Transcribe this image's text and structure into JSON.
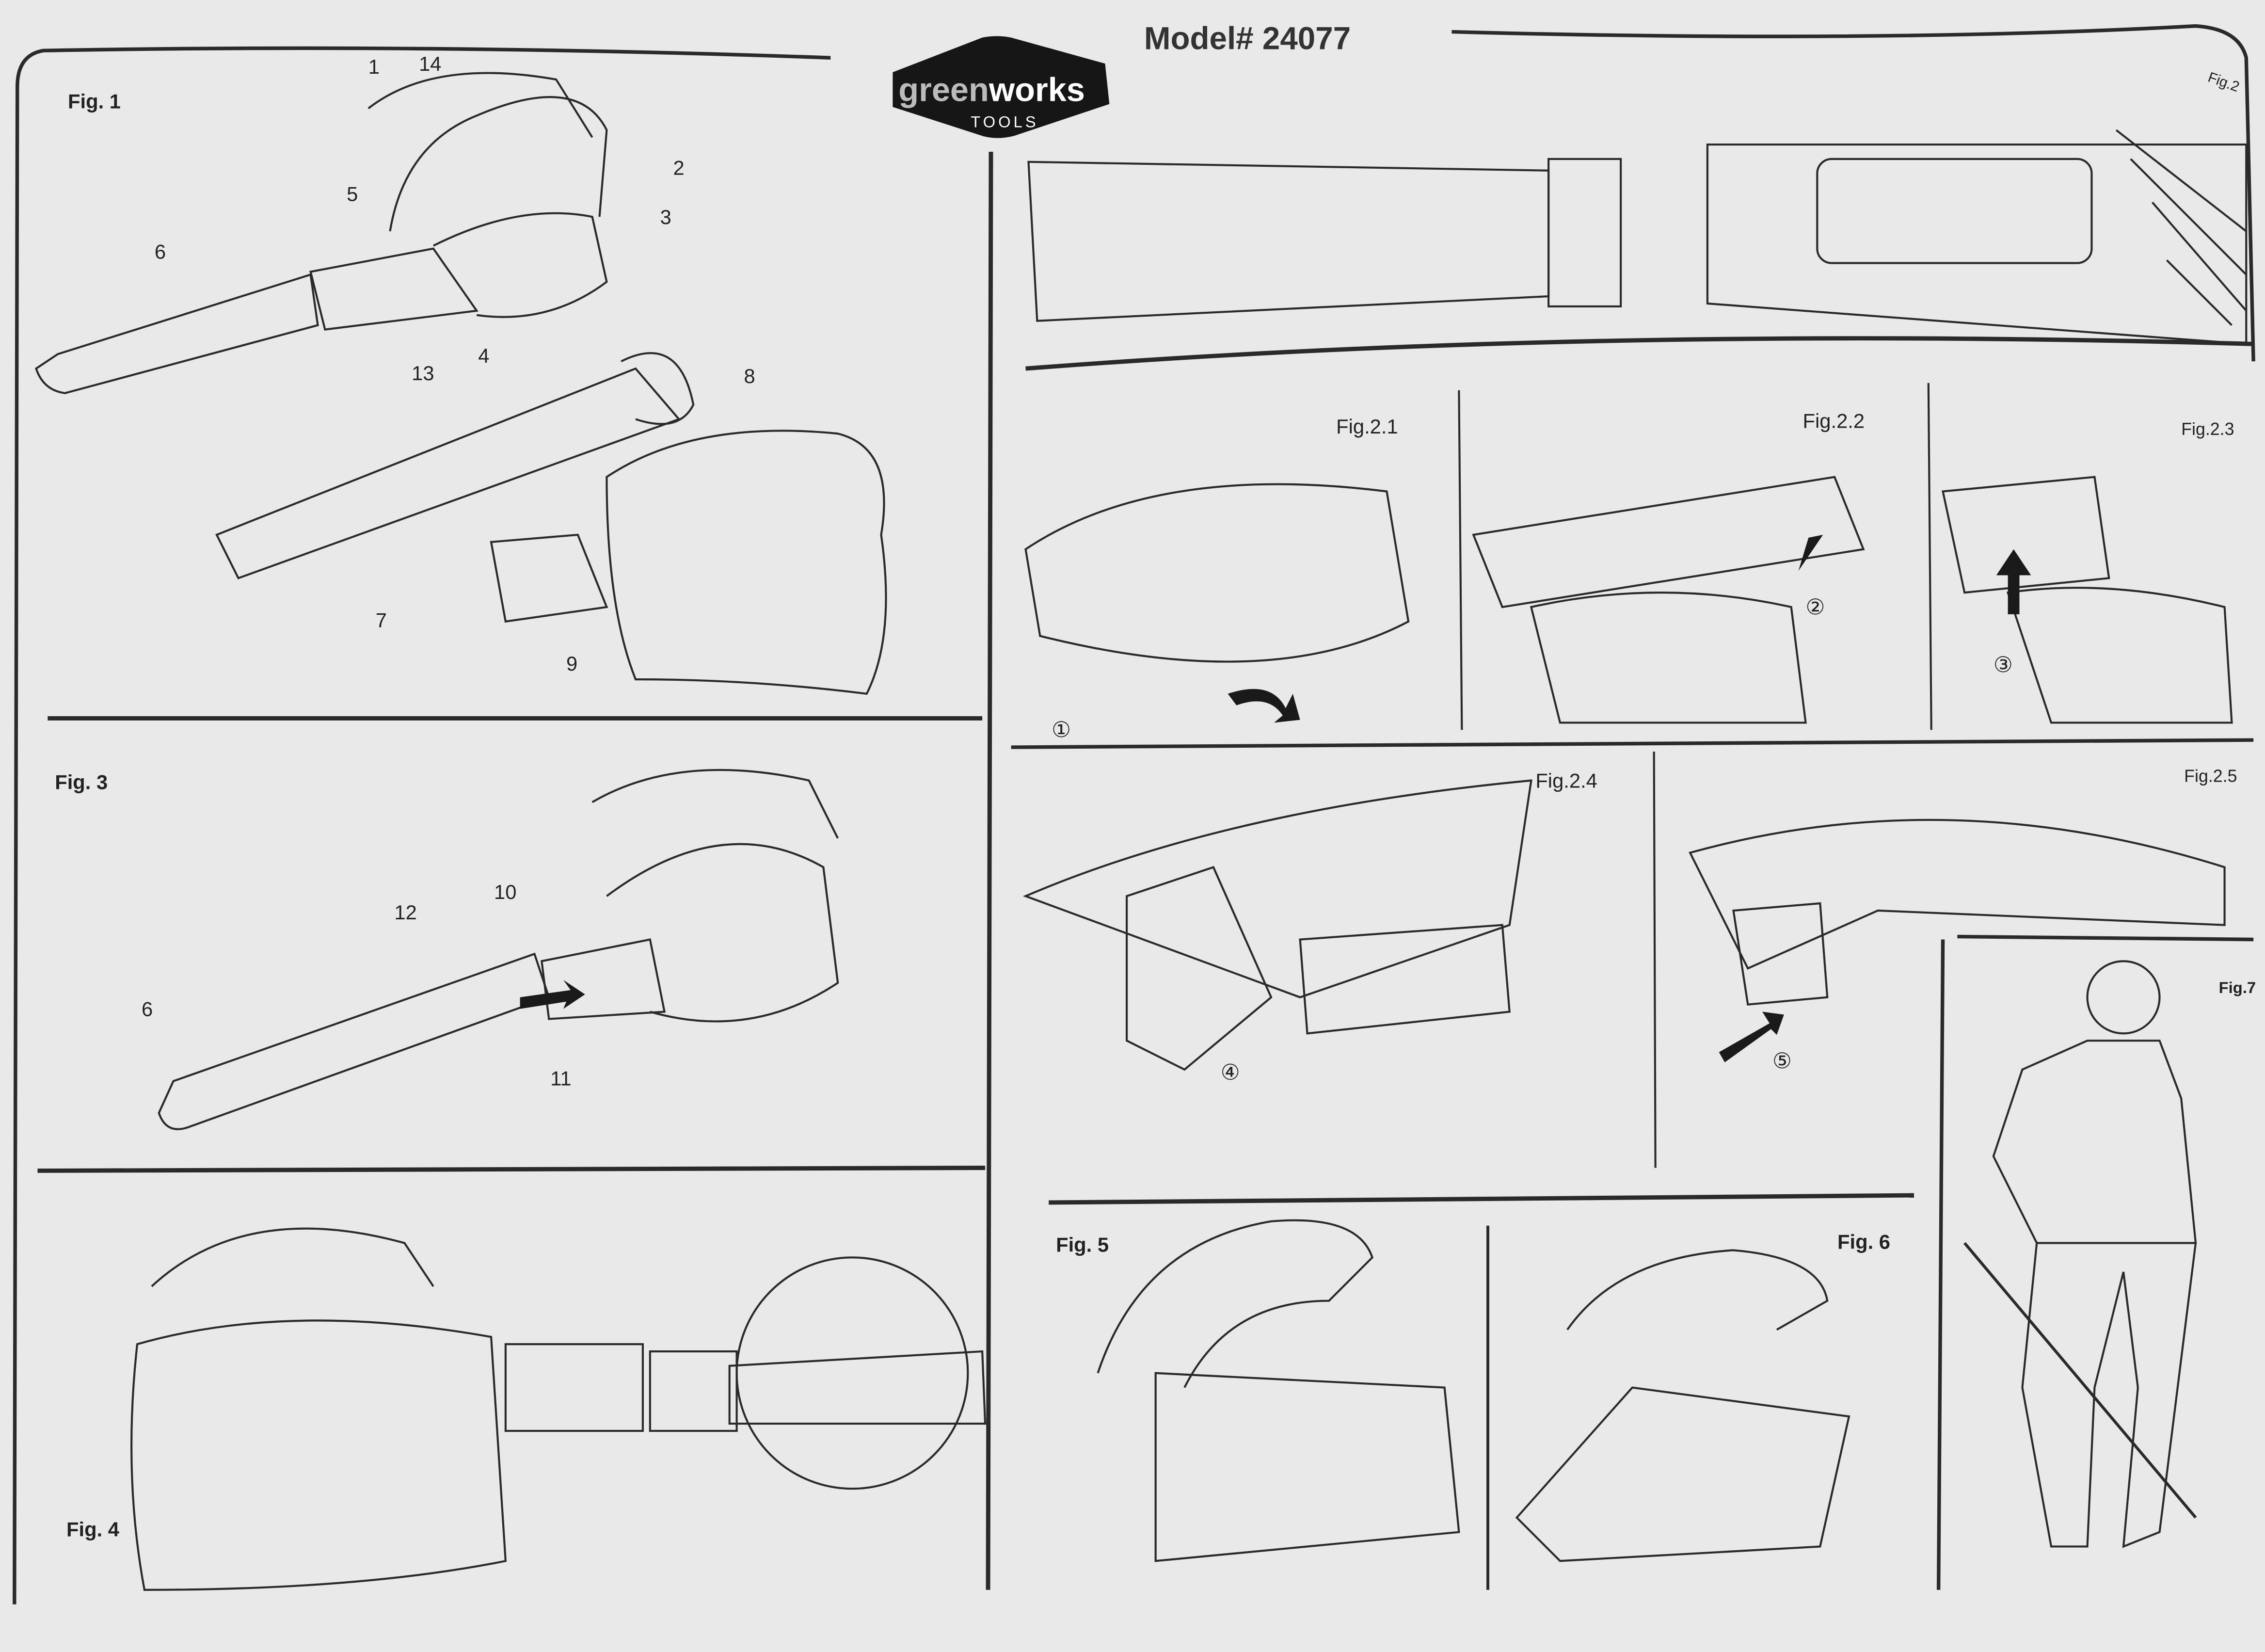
{
  "header": {
    "brand": "greenworks",
    "brand_sub": "TOOLS",
    "model": "Model# 24077"
  },
  "figures": {
    "fig1": "Fig. 1",
    "fig2": "Fig.2",
    "fig2_1": "Fig.2.1",
    "fig2_2": "Fig.2.2",
    "fig2_3": "Fig.2.3",
    "fig2_4": "Fig.2.4",
    "fig2_5": "Fig.2.5",
    "fig3": "Fig. 3",
    "fig4": "Fig. 4",
    "fig5": "Fig. 5",
    "fig6": "Fig. 6",
    "fig7": "Fig.7"
  },
  "fig1_callouts": [
    "1",
    "14",
    "2",
    "5",
    "3",
    "6",
    "13",
    "4",
    "8",
    "7",
    "9"
  ],
  "fig3_callouts": [
    "12",
    "10",
    "6",
    "11"
  ],
  "steps": [
    "①",
    "②",
    "③",
    "④",
    "⑤"
  ]
}
